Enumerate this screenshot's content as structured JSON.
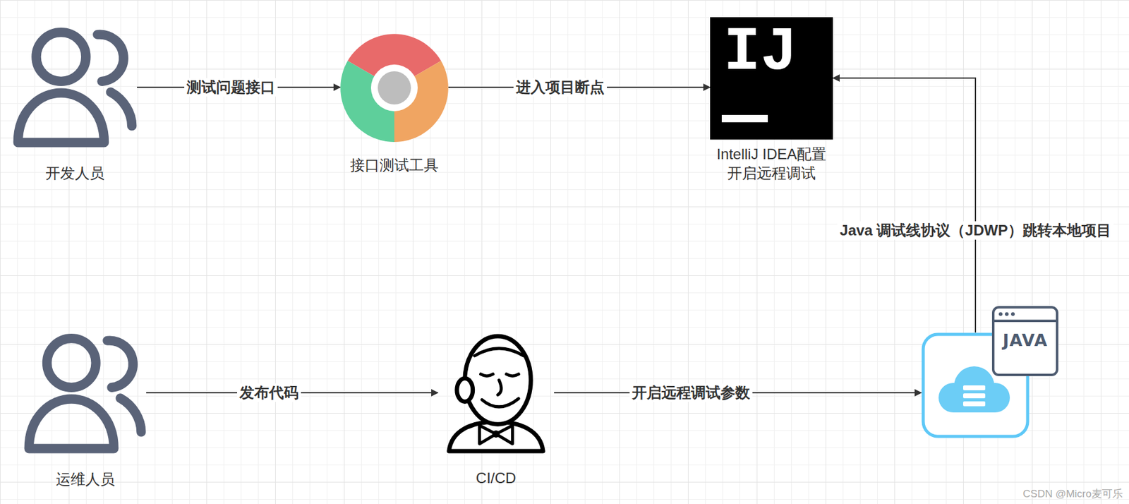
{
  "diagram": {
    "nodes": [
      {
        "text": [
          "开发人员"
        ]
      },
      {
        "text": [
          "接口测试工具"
        ]
      },
      {
        "text": [
          "IJ",
          "IntelliJ IDEA配置 开启远程调试"
        ]
      },
      {
        "text": [
          "运维人员"
        ]
      },
      {
        "text": [
          "CI/CD"
        ]
      },
      {
        "text": [
          "JAVA"
        ]
      }
    ],
    "edges": [
      {
        "from": 0,
        "to": 1,
        "label": "测试问题接口",
        "arrow": "to"
      },
      {
        "from": 1,
        "to": 2,
        "label": "进入项目断点",
        "arrow": "to"
      },
      {
        "from": 5,
        "to": 2,
        "label": "Java 调试线协议（JDWP）跳转本地项目",
        "arrow": "to"
      },
      {
        "from": 3,
        "to": 4,
        "label": "发布代码",
        "arrow": "to"
      },
      {
        "from": 4,
        "to": 5,
        "label": "开启远程调试参数",
        "arrow": "to"
      }
    ],
    "labels": [
      "CSDN @Micro麦可乐"
    ]
  }
}
